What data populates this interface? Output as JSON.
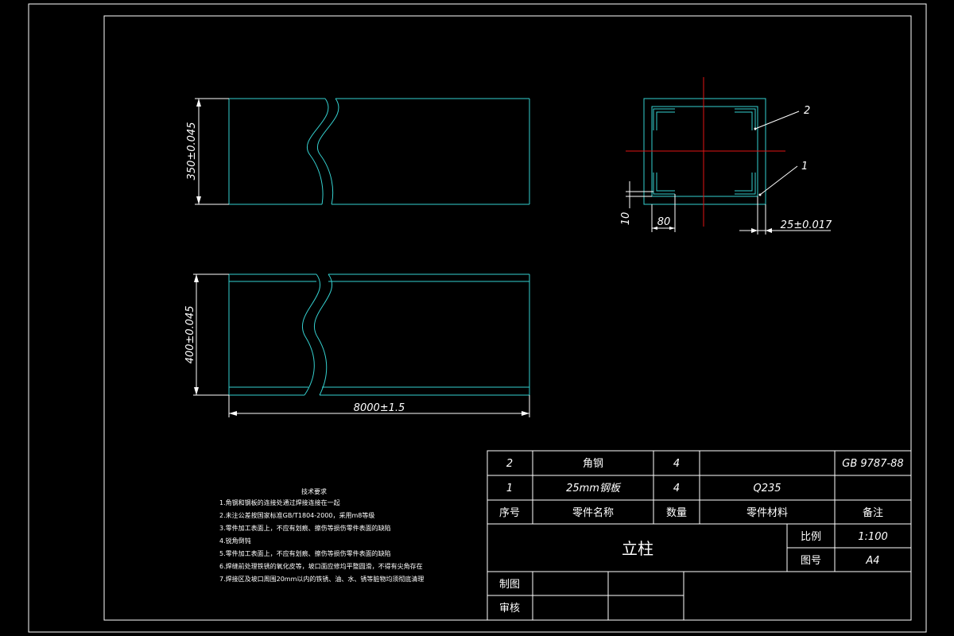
{
  "front_view": {
    "height_dim": "350±0.045"
  },
  "side_view": {
    "height_dim": "400±0.045",
    "length_dim": "8000±1.5"
  },
  "section_view": {
    "callout_2": "2",
    "callout_1": "1",
    "dim_10": "10",
    "dim_80": "80",
    "dim_25": "25±0.017"
  },
  "notes": {
    "title": "技术要求",
    "items": [
      "1.角钢和钢板的连接处通过焊接连接在一起",
      "2.未注公差按国家标准GB/T1804-2000，采用m8等级",
      "3.零件加工表面上，不应有划痕、擦伤等损伤零件表面的缺陷",
      "4.锐角倒钝",
      "5.零件加工表面上，不应有划痕、擦伤等损伤零件表面的缺陷",
      "6.焊缝前处理铁锈的氧化皮等，坡口面应修均平整圆滑，不得有尖角存在",
      "7.焊接区及坡口周围20mm以内的铁锈、油、水、锈等脏物均须彻底清理"
    ]
  },
  "title_block": {
    "bom": [
      {
        "no": "2",
        "name": "角钢",
        "qty": "4",
        "material": "",
        "remark": "GB 9787-88"
      },
      {
        "no": "1",
        "name": "25mm钢板",
        "qty": "4",
        "material": "Q235",
        "remark": ""
      }
    ],
    "header": {
      "no": "序号",
      "name": "零件名称",
      "qty": "数量",
      "material": "零件材料",
      "remark": "备注"
    },
    "part_title": "立柱",
    "scale_label": "比例",
    "scale_value": "1:100",
    "drawing_no_label": "图号",
    "drawing_no_value": "A4",
    "drawn_label": "制图",
    "check_label": "审核"
  },
  "colors": {
    "outline": "#35d0cf",
    "lines": "#ffffff",
    "centerline": "#e01515",
    "background": "#000000"
  }
}
